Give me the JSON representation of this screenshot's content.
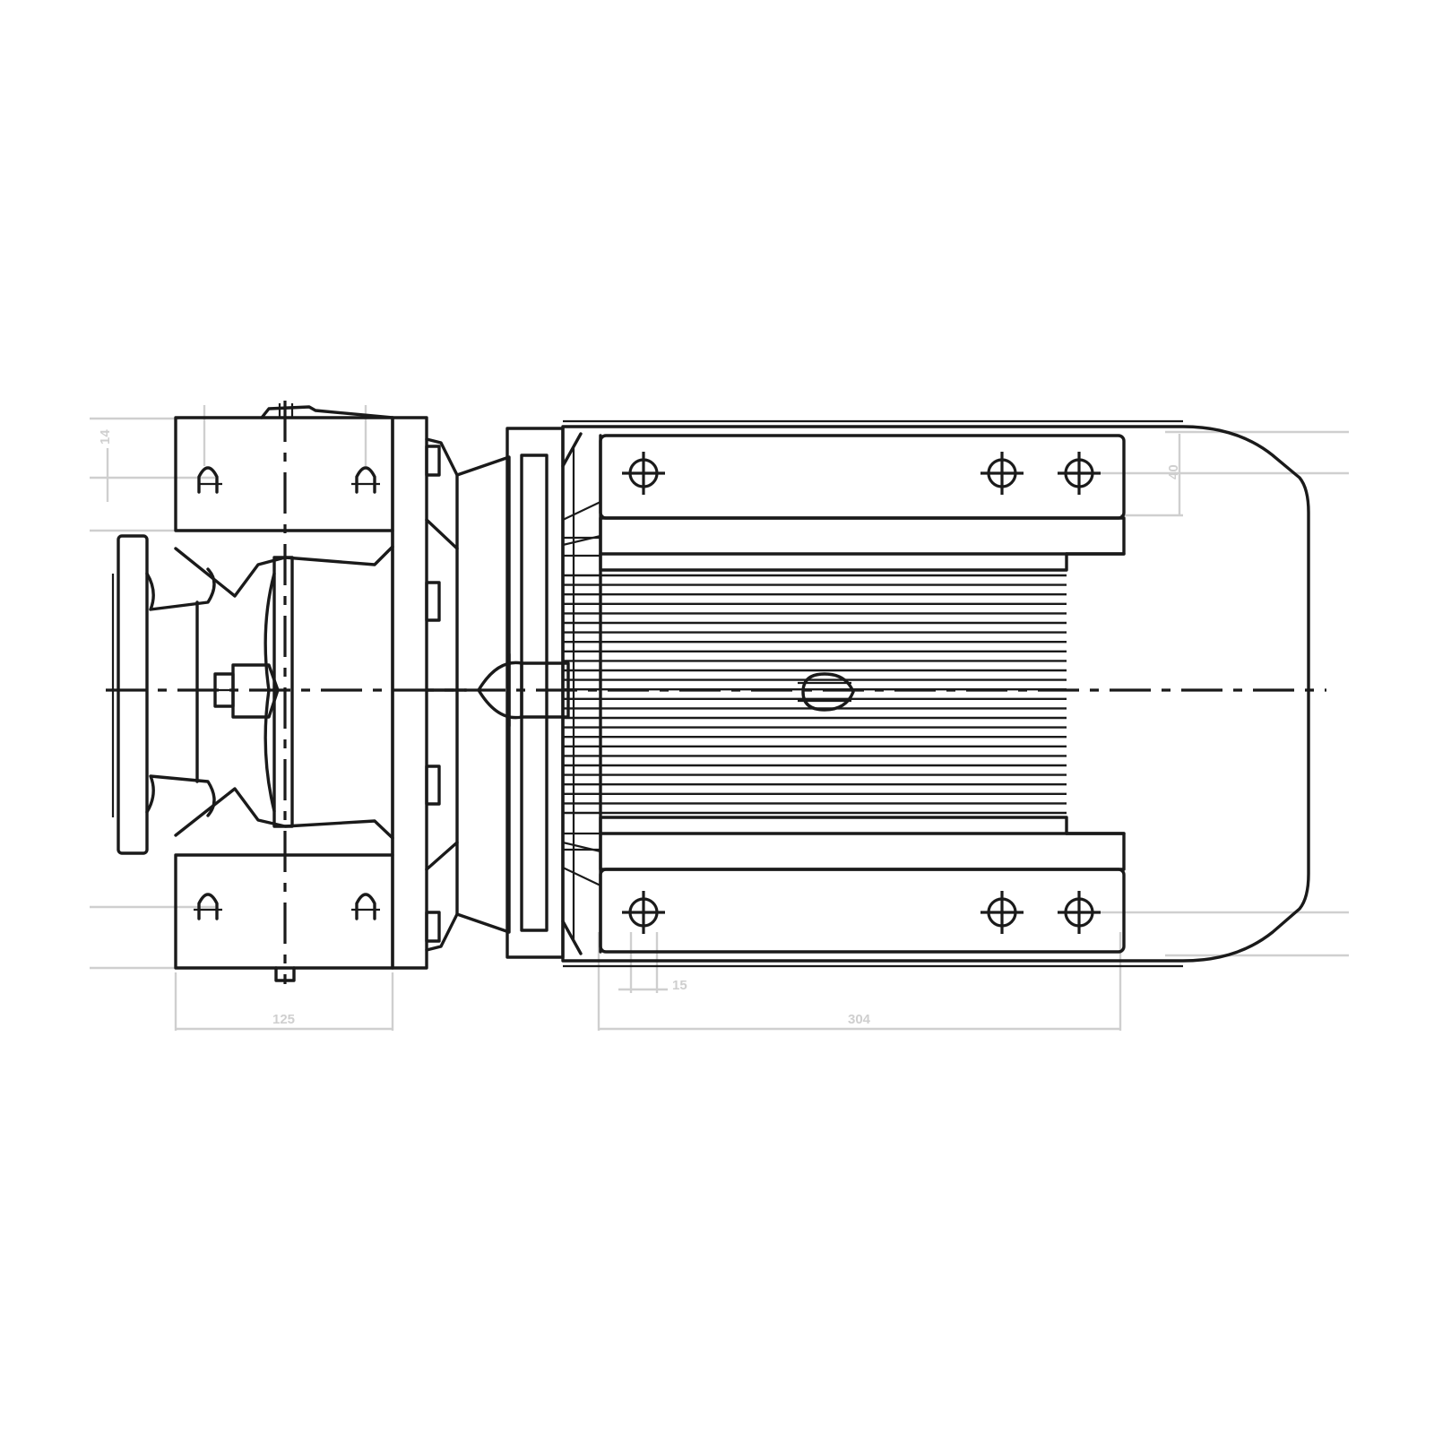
{
  "dimensions": {
    "pump_length": "125",
    "motor_foot_length": "304",
    "hole_spacing": "15",
    "side_height": "40",
    "flange_offset": "14"
  },
  "colors": {
    "outline": "#1a1a1a",
    "dimension": "#cfcfcf",
    "background": "#ffffff"
  },
  "icons": [
    "mounting-hole-icon",
    "bolt-slot-icon"
  ]
}
